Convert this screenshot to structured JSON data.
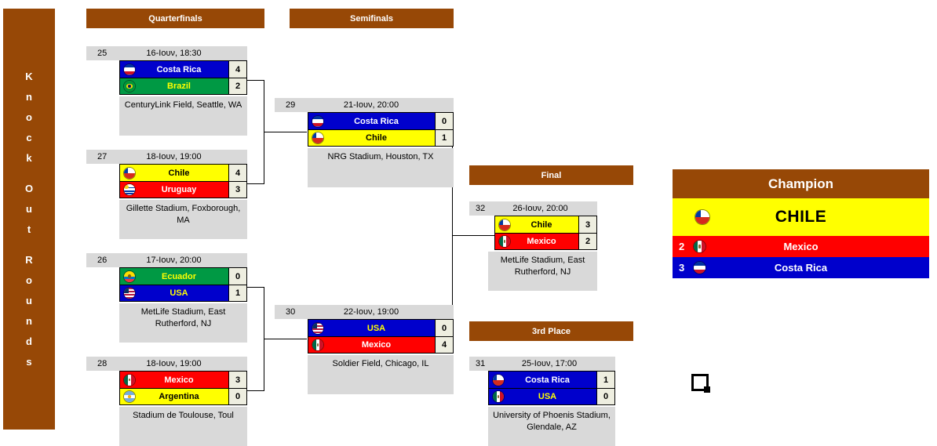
{
  "sidebar": {
    "label": "Knock Out Rounds",
    "letters": [
      "K",
      "n",
      "o",
      "c",
      "k",
      "",
      "O",
      "u",
      "t",
      "",
      "R",
      "o",
      "u",
      "n",
      "d",
      "s"
    ]
  },
  "headers": {
    "quarterfinals": "Quarterfinals",
    "semifinals": "Semifinals",
    "final": "Final",
    "third_place": "3rd Place"
  },
  "colors": {
    "header_brown": "#974806",
    "meta_gray": "#D9D9D9",
    "score_cream": "#EEEEE0",
    "blue": "#0000CC",
    "green": "#009944",
    "yellow": "#FFFF00",
    "red": "#FF0000"
  },
  "matches": [
    {
      "id": "qf1",
      "num": "25",
      "date": "16-Ιουν, 18:30",
      "venue": "CenturyLink Field, Seattle, WA",
      "teams": [
        {
          "name": "Costa Rica",
          "score": "4",
          "bg": "#0000CC",
          "fg": "#FFFFFF",
          "flag": "costa-rica"
        },
        {
          "name": "Brazil",
          "score": "2",
          "bg": "#009944",
          "fg": "#FFFF00",
          "flag": "brazil"
        }
      ]
    },
    {
      "id": "qf2",
      "num": "27",
      "date": "18-Ιουν, 19:00",
      "venue": "Gillette Stadium, Foxborough, MA",
      "teams": [
        {
          "name": "Chile",
          "score": "4",
          "bg": "#FFFF00",
          "fg": "#000000",
          "flag": "chile"
        },
        {
          "name": "Uruguay",
          "score": "3",
          "bg": "#FF0000",
          "fg": "#FFFFFF",
          "flag": "uruguay"
        }
      ]
    },
    {
      "id": "qf3",
      "num": "26",
      "date": "17-Ιουν, 20:00",
      "venue": "MetLife Stadium, East Rutherford, NJ",
      "teams": [
        {
          "name": "Ecuador",
          "score": "0",
          "bg": "#009944",
          "fg": "#FFFF00",
          "flag": "ecuador"
        },
        {
          "name": "USA",
          "score": "1",
          "bg": "#0000CC",
          "fg": "#FFFF00",
          "flag": "usa"
        }
      ]
    },
    {
      "id": "qf4",
      "num": "28",
      "date": "18-Ιουν, 19:00",
      "venue": "Stadium de Toulouse, Toul",
      "teams": [
        {
          "name": "Mexico",
          "score": "3",
          "bg": "#FF0000",
          "fg": "#FFFFFF",
          "flag": "mexico"
        },
        {
          "name": "Argentina",
          "score": "0",
          "bg": "#FFFF00",
          "fg": "#000000",
          "flag": "argentina"
        }
      ]
    },
    {
      "id": "sf1",
      "num": "29",
      "date": "21-Ιουν, 20:00",
      "venue": "NRG Stadium, Houston, TX",
      "teams": [
        {
          "name": "Costa Rica",
          "score": "0",
          "bg": "#0000CC",
          "fg": "#FFFFFF",
          "flag": "costa-rica"
        },
        {
          "name": "Chile",
          "score": "1",
          "bg": "#FFFF00",
          "fg": "#000000",
          "flag": "chile"
        }
      ]
    },
    {
      "id": "sf2",
      "num": "30",
      "date": "22-Ιουν, 19:00",
      "venue": "Soldier Field, Chicago, IL",
      "teams": [
        {
          "name": "USA",
          "score": "0",
          "bg": "#0000CC",
          "fg": "#FFFF00",
          "flag": "usa"
        },
        {
          "name": "Mexico",
          "score": "4",
          "bg": "#FF0000",
          "fg": "#FFFFFF",
          "flag": "mexico"
        }
      ]
    },
    {
      "id": "final",
      "num": "32",
      "date": "26-Ιουν, 20:00",
      "venue": "MetLife Stadium, East Rutherford, NJ",
      "teams": [
        {
          "name": "Chile",
          "score": "3",
          "bg": "#FFFF00",
          "fg": "#000000",
          "flag": "chile"
        },
        {
          "name": "Mexico",
          "score": "2",
          "bg": "#FF0000",
          "fg": "#FFFFFF",
          "flag": "mexico"
        }
      ]
    },
    {
      "id": "third",
      "num": "31",
      "date": "25-Ιουν, 17:00",
      "venue": "University of Phoenis Stadium, Glendale, AZ",
      "teams": [
        {
          "name": "Costa Rica",
          "score": "1",
          "bg": "#0000CC",
          "fg": "#FFFFFF",
          "flag": "chile"
        },
        {
          "name": "USA",
          "score": "0",
          "bg": "#0000CC",
          "fg": "#FFFF00",
          "flag": "mexico"
        }
      ]
    }
  ],
  "champion": {
    "title": "Champion",
    "winner": {
      "name": "CHILE",
      "flag": "chile",
      "bg": "#FFFF00",
      "fg": "#000000"
    },
    "podium": [
      {
        "rank": "2",
        "name": "Mexico",
        "flag": "mexico",
        "bg": "#FF0000",
        "fg": "#FFFFFF"
      },
      {
        "rank": "3",
        "name": "Costa Rica",
        "flag": "costa-rica",
        "bg": "#0000CC",
        "fg": "#FFFFFF"
      }
    ]
  }
}
